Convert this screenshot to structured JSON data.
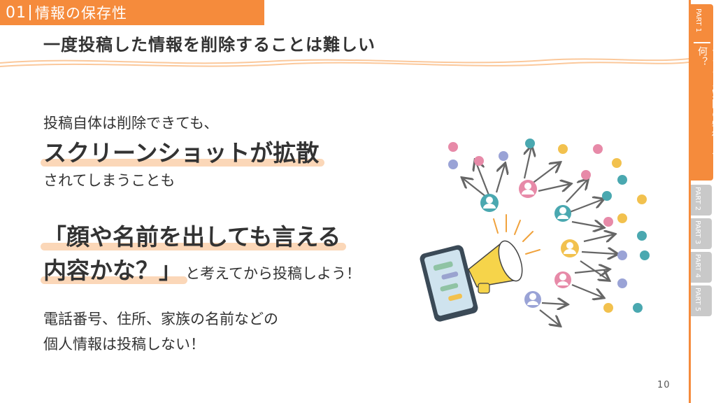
{
  "header": {
    "section_number": "01",
    "section_title": "情報の保存性",
    "page_title": "一度投稿した情報を削除することは難しい"
  },
  "body": {
    "p1_line1": "投稿自体は削除できても、",
    "p1_line2": "スクリーンショットが拡散",
    "p1_line3": "されてしまうことも",
    "p2_line1": "「顔や名前を出しても言える",
    "p2_line2_big": "内容かな？」",
    "p2_line2_small": "と考えてから投稿しよう！",
    "p3_line1": "電話番号、住所、家族の名前などの",
    "p3_line2": "個人情報は投稿しない！"
  },
  "sidebar": {
    "active_part_label": "PART 1",
    "active_part_title": "デジタル空間の特徴って何？",
    "tabs": [
      "PART 2",
      "PART 3",
      "PART 4",
      "PART 5"
    ]
  },
  "page_number": "10",
  "colors": {
    "accent": "#f58b3c",
    "highlight": "#fbd7b8",
    "inactive_tab": "#c9c9c9"
  }
}
